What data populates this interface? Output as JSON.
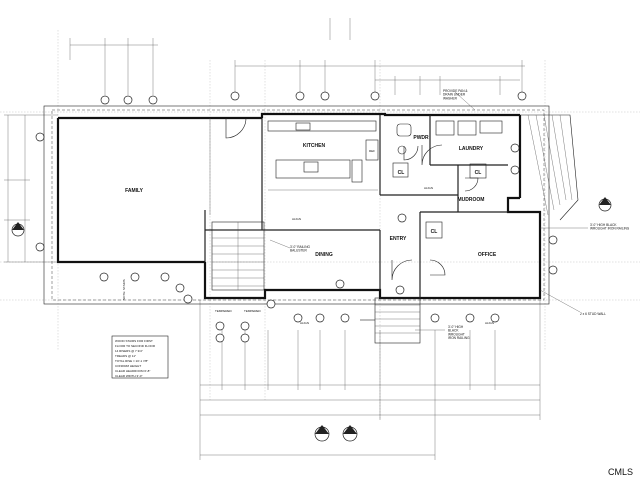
{
  "rooms": {
    "family": "FAMILY",
    "kitchen": "KITCHEN",
    "dining": "DINING",
    "entry": "ENTRY",
    "office": "OFFICE",
    "pwdr": "PWDR",
    "laundry": "LAUNDRY",
    "mudroom": "MUDROOM",
    "cl1": "CL",
    "cl2": "CL",
    "cl3": "CL",
    "ref": "REF"
  },
  "notes": {
    "drain": "PROVIDE PAN &\nDRAIN UNDER\nWASHER",
    "railing_right": "3'-0\" HIGH BLACK\nWROUGHT IRON RAILING",
    "railing_dining": "3'-0\" RAILING\nBALUSTER",
    "railing_stoop": "3'-0\" HIGH\nBLACK\nWROUGHT\nIRON RAILING",
    "stud_wall": "2 x 6 STUD WALL",
    "align1": "ALIGN",
    "align2": "ALIGN",
    "align3": "ALIGN",
    "align4": "ALIGN",
    "stair_note": "NOTE: STAIRS",
    "tempered1": "TEMPERED",
    "tempered2": "TEMPERED"
  },
  "stair_box": [
    "WOOD STAIRS FOR FIRST",
    "FLOOR TO SECOND FLOOR",
    "14 RISERS @ 7 3/4\"",
    "TREADS @ 11\"",
    "TOTAL RISE = 10'-1 7/8\"",
    "CONFIRM HEIGHT",
    "CLEAR HEADROOM 6'-8\"",
    "CLEAR WIDTH 3'-0\""
  ],
  "watermark": "CMLS"
}
